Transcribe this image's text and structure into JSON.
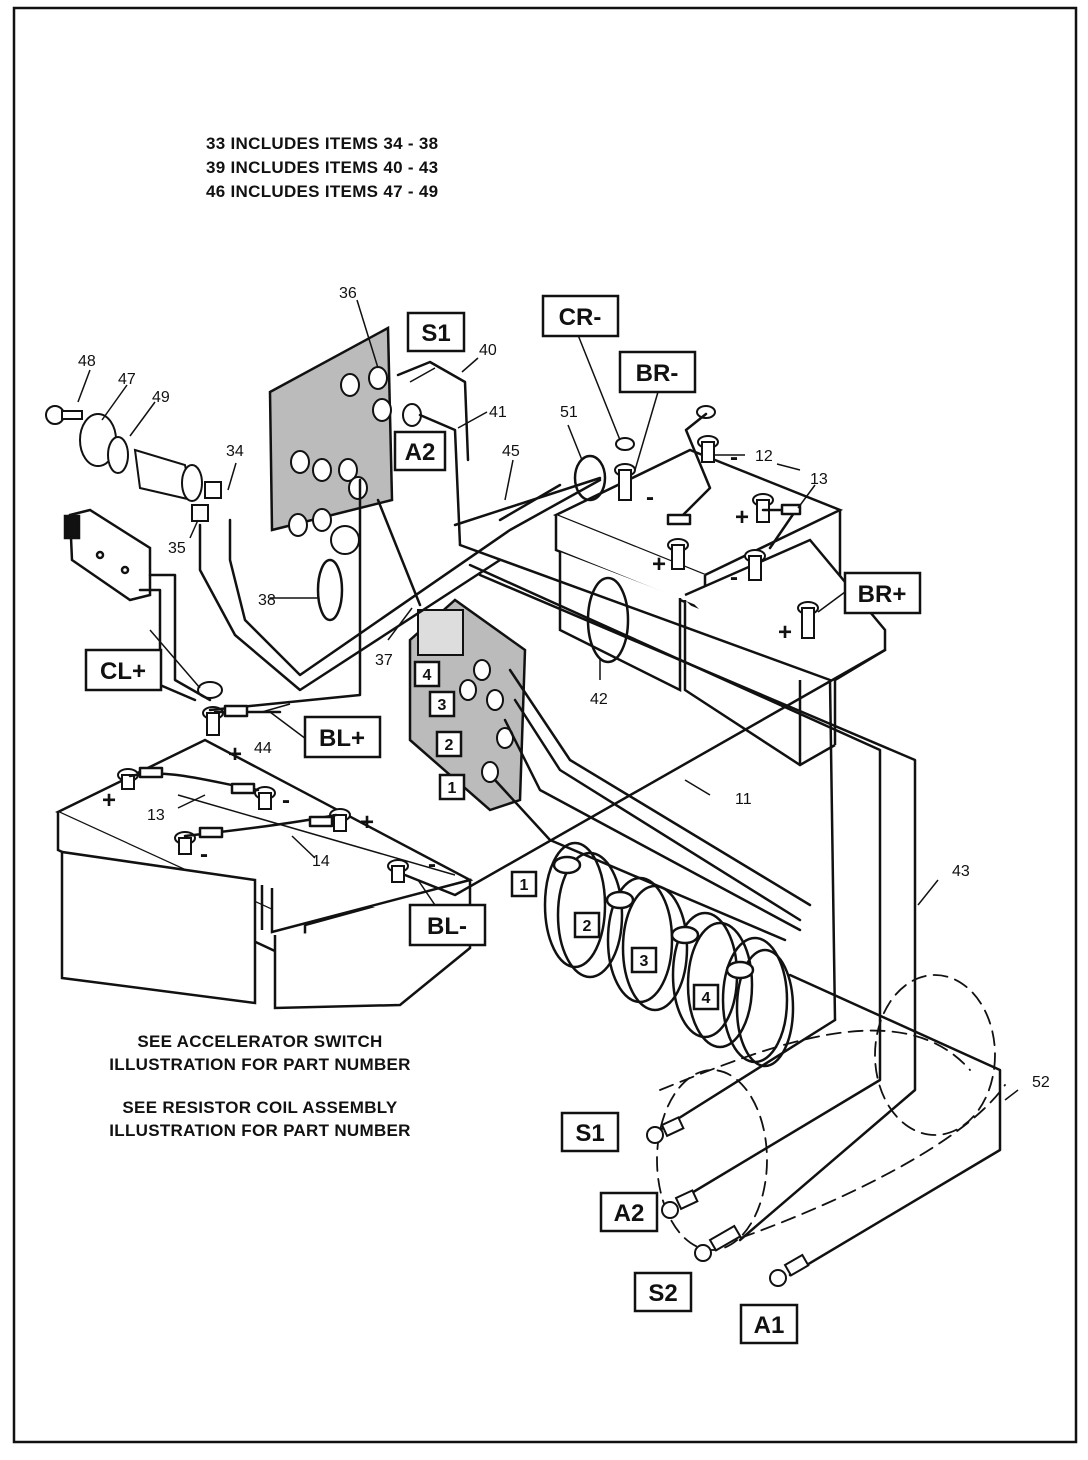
{
  "notes": {
    "includes": [
      "33 INCLUDES ITEMS 34 - 38",
      "39 INCLUDES ITEMS 40 - 43",
      "46 INCLUDES ITEMS 47 - 49"
    ],
    "accelerator": [
      "SEE ACCELERATOR SWITCH",
      "ILLUSTRATION FOR PART NUMBER"
    ],
    "resistor": [
      "SEE RESISTOR COIL ASSEMBLY",
      "ILLUSTRATION FOR PART NUMBER"
    ]
  },
  "terminal_labels": {
    "s1_top": "S1",
    "a2_top": "A2",
    "cr_minus": "CR-",
    "br_minus": "BR-",
    "br_plus": "BR+",
    "cl_plus": "CL+",
    "bl_plus": "BL+",
    "bl_minus": "BL-",
    "s1_motor": "S1",
    "a2_motor": "A2",
    "s2_motor": "S2",
    "a1_motor": "A1"
  },
  "switch_numbers": {
    "one": "1",
    "two": "2",
    "three": "3",
    "four": "4"
  },
  "coil_numbers": {
    "one": "1",
    "two": "2",
    "three": "3",
    "four": "4"
  },
  "part_numbers": {
    "p11": "11",
    "p12": "12",
    "p13a": "13",
    "p13b": "13",
    "p14": "14",
    "p34": "34",
    "p35": "35",
    "p36": "36",
    "p37": "37",
    "p38": "38",
    "p40": "40",
    "p41": "41",
    "p42": "42",
    "p43": "43",
    "p44": "44",
    "p45": "45",
    "p47": "47",
    "p48": "48",
    "p49": "49",
    "p51": "51",
    "p52": "52"
  },
  "polarity": {
    "plus": "+",
    "minus": "-"
  }
}
